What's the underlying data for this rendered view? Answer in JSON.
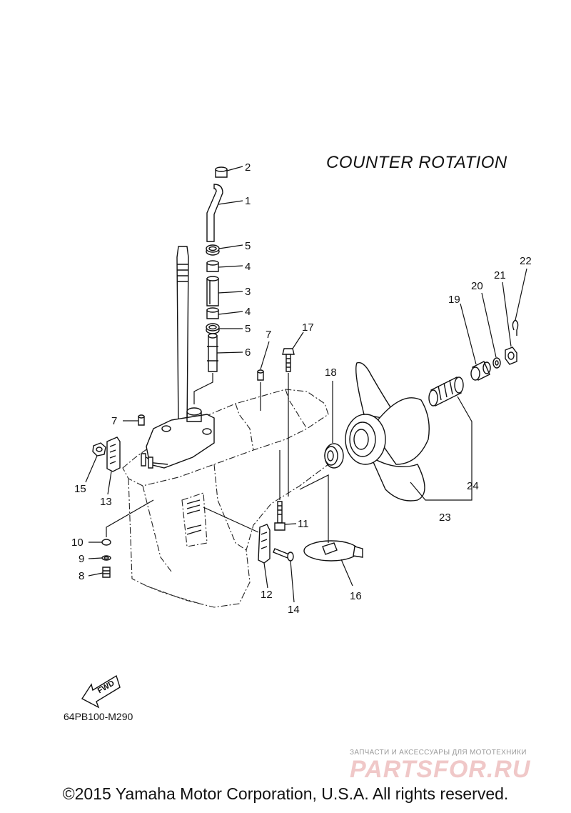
{
  "diagram": {
    "title": "COUNTER ROTATION",
    "drawing_code": "64PB100-M290",
    "fwd_label": "FWD",
    "copyright": "©2015 Yamaha Motor Corporation, U.S.A. All rights reserved.",
    "watermark": {
      "tagline": "ЗАПЧАСТИ И АКСЕССУАРЫ ДЛЯ МОТОТЕХНИКИ",
      "logo": "PARTSFOR.RU"
    },
    "callouts": [
      {
        "id": "c2",
        "label": "2"
      },
      {
        "id": "c1",
        "label": "1"
      },
      {
        "id": "c5a",
        "label": "5"
      },
      {
        "id": "c4a",
        "label": "4"
      },
      {
        "id": "c3",
        "label": "3"
      },
      {
        "id": "c4b",
        "label": "4"
      },
      {
        "id": "c5b",
        "label": "5"
      },
      {
        "id": "c6",
        "label": "6"
      },
      {
        "id": "c7a",
        "label": "7"
      },
      {
        "id": "c17",
        "label": "17"
      },
      {
        "id": "c18",
        "label": "18"
      },
      {
        "id": "c7b",
        "label": "7"
      },
      {
        "id": "c15",
        "label": "15"
      },
      {
        "id": "c13",
        "label": "13"
      },
      {
        "id": "c10",
        "label": "10"
      },
      {
        "id": "c9",
        "label": "9"
      },
      {
        "id": "c8",
        "label": "8"
      },
      {
        "id": "c11",
        "label": "11"
      },
      {
        "id": "c12",
        "label": "12"
      },
      {
        "id": "c14",
        "label": "14"
      },
      {
        "id": "c16",
        "label": "16"
      },
      {
        "id": "c19",
        "label": "19"
      },
      {
        "id": "c20",
        "label": "20"
      },
      {
        "id": "c21",
        "label": "21"
      },
      {
        "id": "c22",
        "label": "22"
      },
      {
        "id": "c24",
        "label": "24"
      },
      {
        "id": "c23",
        "label": "23"
      }
    ]
  }
}
